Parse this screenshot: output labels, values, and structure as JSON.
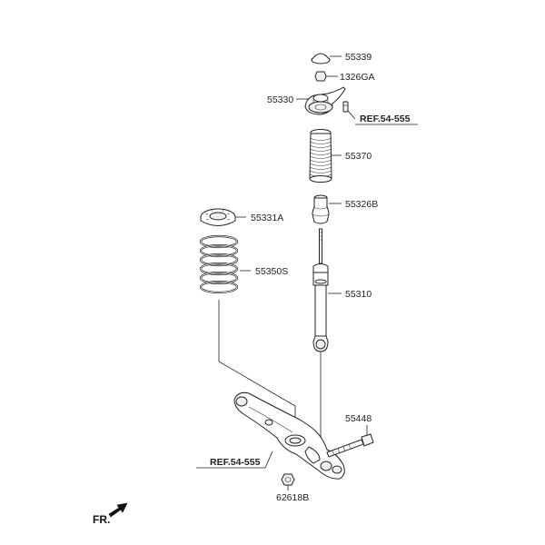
{
  "parts": [
    {
      "id": "p55339",
      "label": "55339"
    },
    {
      "id": "p1326ga",
      "label": "1326GA"
    },
    {
      "id": "p55330",
      "label": "55330"
    },
    {
      "id": "p55370",
      "label": "55370"
    },
    {
      "id": "p55326b",
      "label": "55326B"
    },
    {
      "id": "p55331a",
      "label": "55331A"
    },
    {
      "id": "p55350s",
      "label": "55350S"
    },
    {
      "id": "p55310",
      "label": "55310"
    },
    {
      "id": "p55448",
      "label": "55448"
    },
    {
      "id": "p62618b",
      "label": "62618B"
    }
  ],
  "references": [
    {
      "id": "ref-top",
      "label": "REF.54-555"
    },
    {
      "id": "ref-bottom",
      "label": "REF.54-555"
    }
  ],
  "front_indicator": {
    "label": "FR.",
    "icon": "front-arrow-icon"
  }
}
